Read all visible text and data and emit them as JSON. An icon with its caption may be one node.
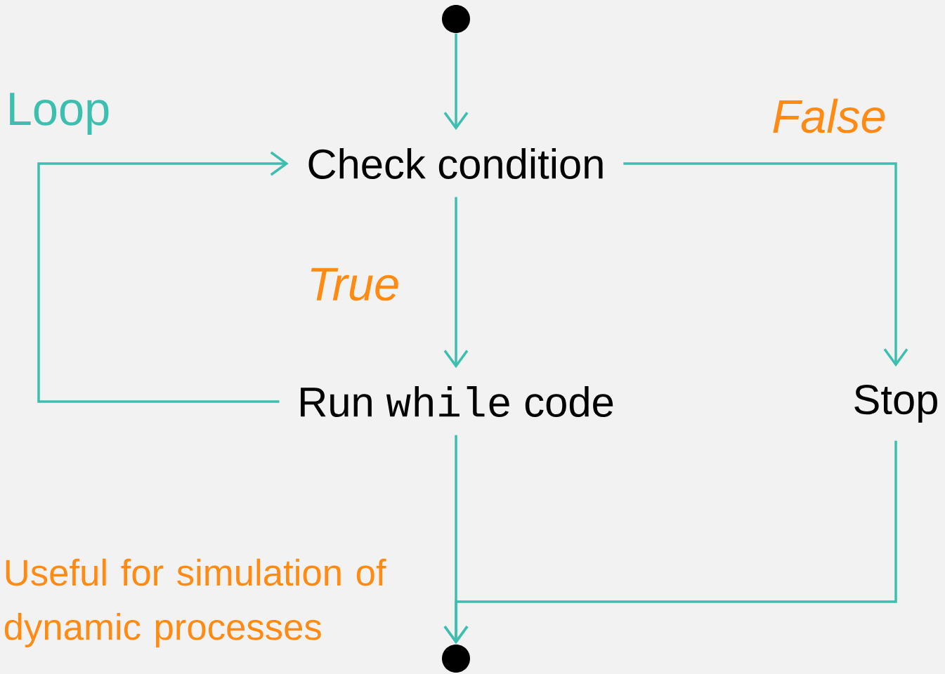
{
  "diagram": {
    "nodes": [
      {
        "text": [],
        "shape": "circle"
      },
      {
        "text": [
          "Check condition"
        ]
      },
      {
        "text": [
          "Run",
          "while",
          "code"
        ]
      },
      {
        "text": [
          "Stop"
        ]
      },
      {
        "text": [],
        "shape": "circle"
      }
    ],
    "edges": [
      {
        "from": 0,
        "to": 1,
        "arrow": "to"
      },
      {
        "from": 1,
        "to": 2,
        "arrow": "to",
        "label": "True"
      },
      {
        "from": 2,
        "to": 1,
        "arrow": "to",
        "label": "Loop"
      },
      {
        "from": 1,
        "to": 3,
        "arrow": "to",
        "label": "False"
      },
      {
        "from": 2,
        "to": 4,
        "arrow": "to"
      },
      {
        "from": 3,
        "to": 4,
        "arrow": "to"
      }
    ],
    "labels": [
      "Useful for simulation of dynamic processes"
    ]
  }
}
